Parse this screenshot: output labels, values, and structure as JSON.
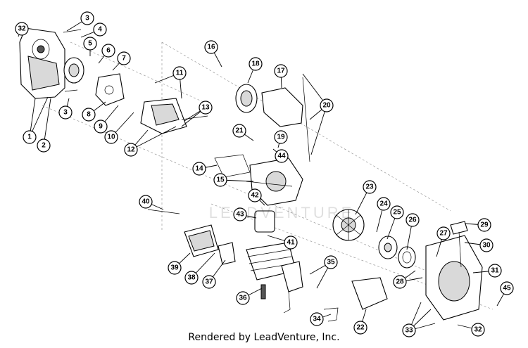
{
  "footer": "Rendered by LeadVenture, Inc.",
  "watermark": "LEADVENTURE",
  "callouts": [
    "32",
    "3",
    "4",
    "5",
    "6",
    "7",
    "1",
    "2",
    "3",
    "8",
    "9",
    "10",
    "11",
    "12",
    "13",
    "16",
    "18",
    "17",
    "20",
    "21",
    "19",
    "44",
    "14",
    "15",
    "42",
    "43",
    "40",
    "41",
    "39",
    "38",
    "37",
    "36",
    "23",
    "24",
    "25",
    "26",
    "27",
    "29",
    "30",
    "28",
    "31",
    "35",
    "22",
    "34",
    "33",
    "32",
    "45"
  ]
}
